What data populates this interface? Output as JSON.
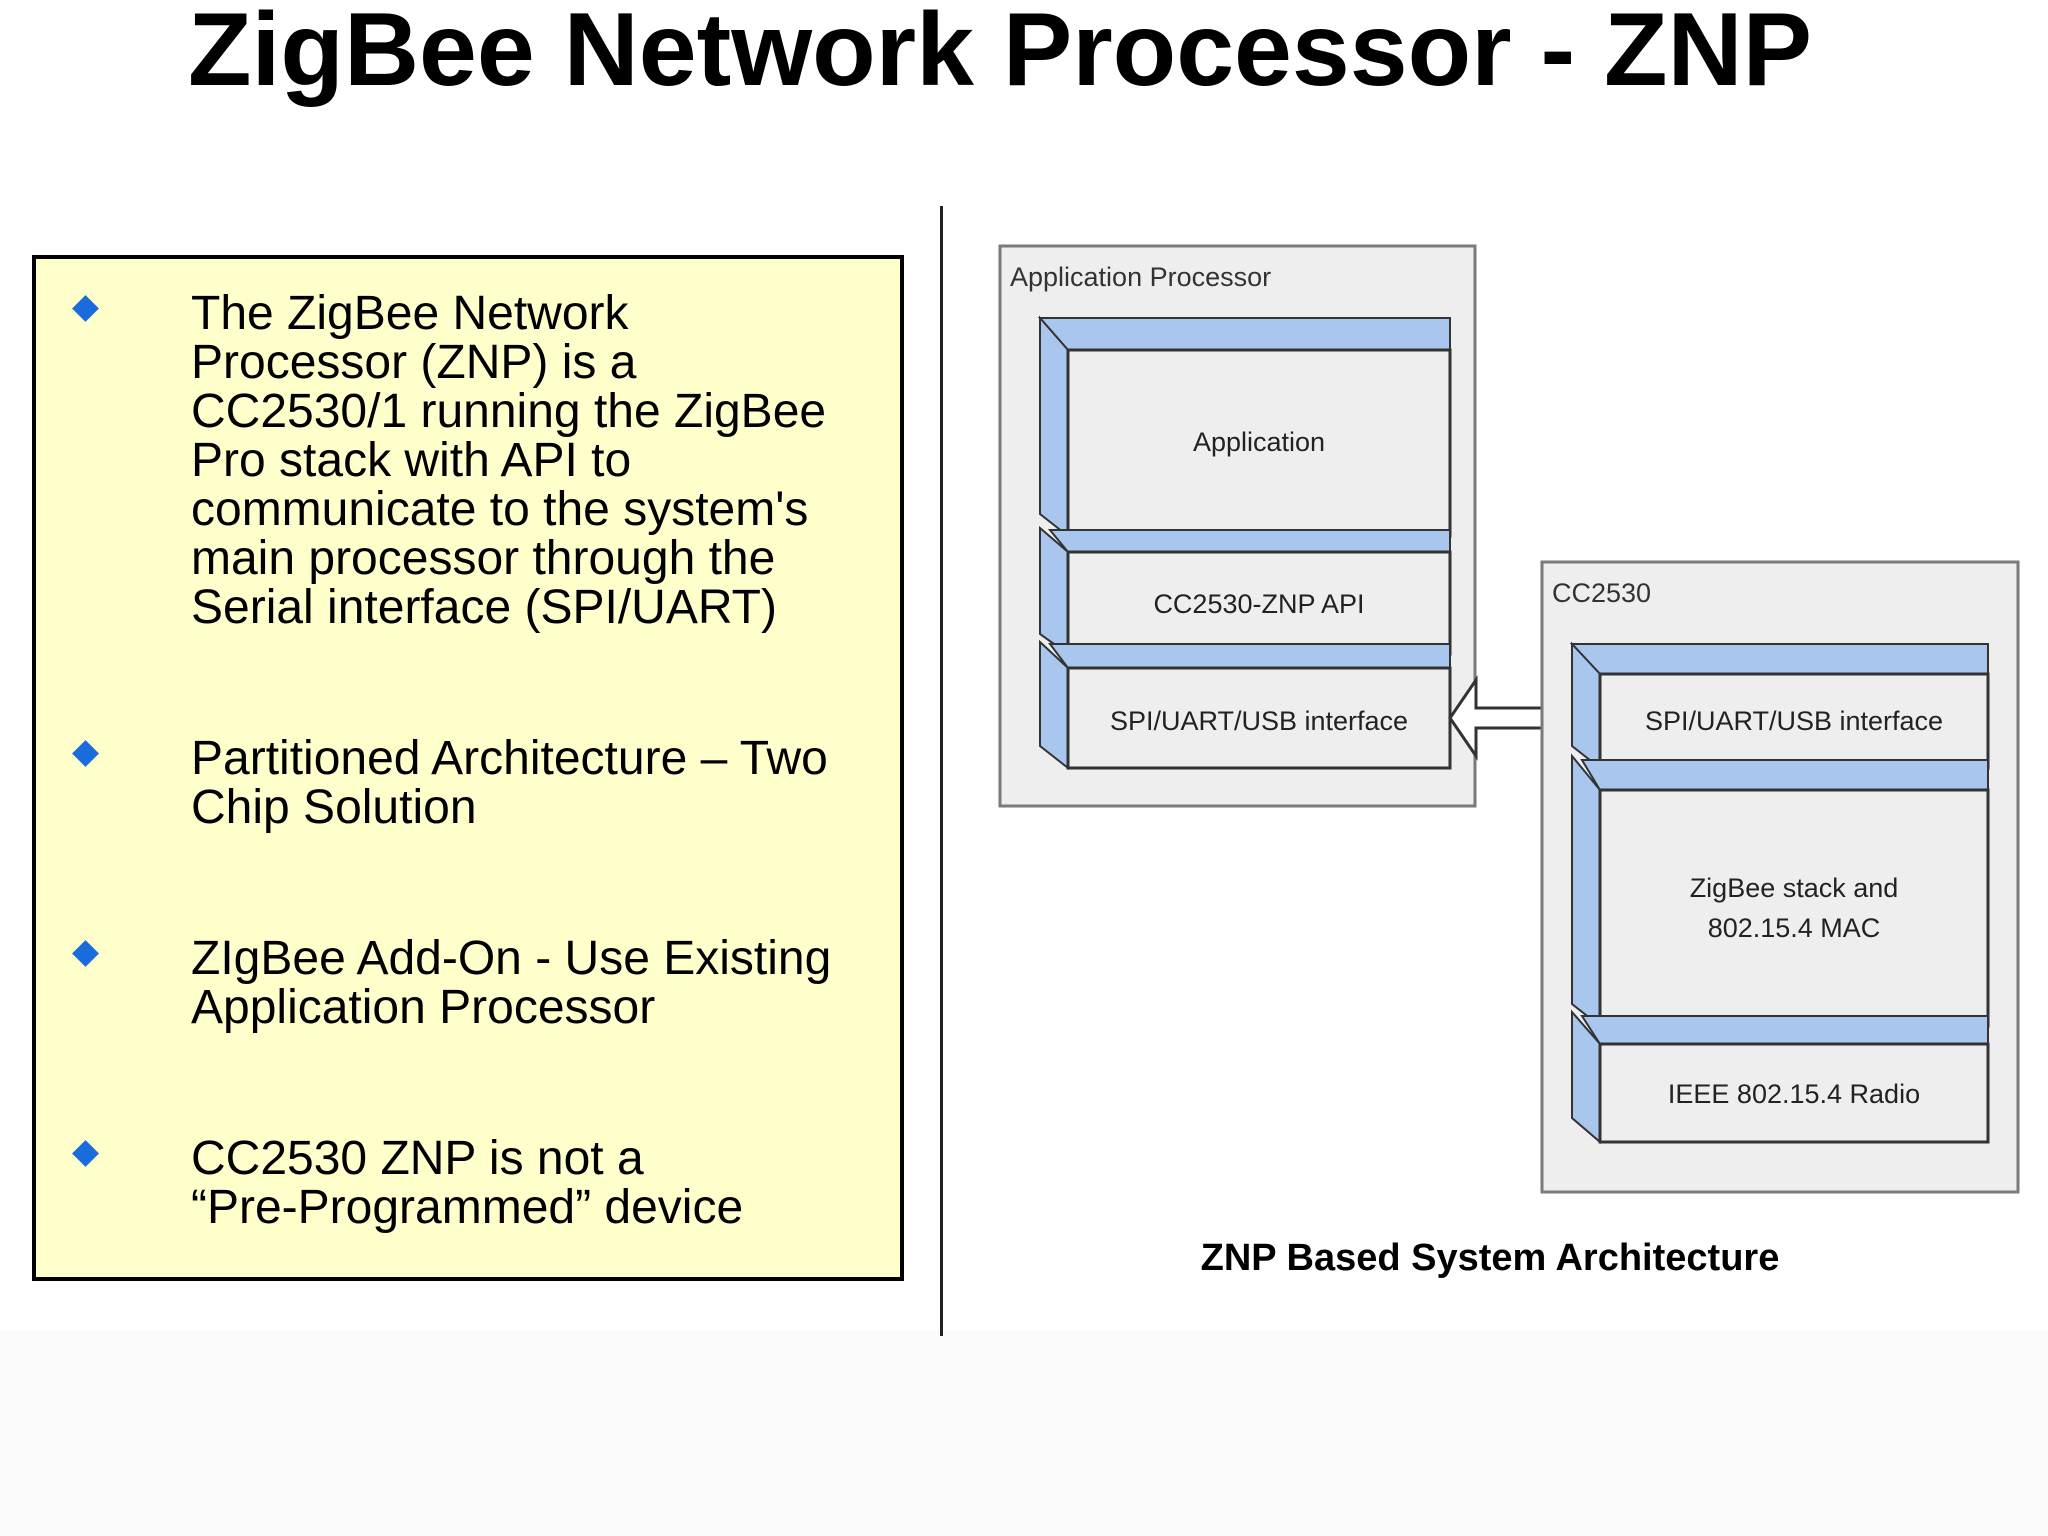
{
  "slide": {
    "title": "ZigBee Network Processor - ZNP",
    "bullets": [
      {
        "lines": [
          "The ZigBee Network",
          "Processor (ZNP) is a",
          "CC2530/1 running the ZigBee",
          "Pro stack with API to",
          "communicate to the system's",
          "main processor through the",
          "Serial interface (SPI/UART)"
        ]
      },
      {
        "lines": [
          "Partitioned Architecture – Two",
          "Chip Solution"
        ]
      },
      {
        "lines": [
          "ZIgBee Add-On - Use Existing",
          "Application Processor"
        ]
      },
      {
        "lines": [
          "CC2530 ZNP is not a",
          "“Pre-Programmed” device"
        ]
      }
    ],
    "diagram_caption": "ZNP Based System Architecture"
  },
  "diagram": {
    "app_processor": {
      "label": "Application Processor",
      "layers": {
        "application": "Application",
        "api": "CC2530-ZNP API",
        "interface": "SPI/UART/USB interface"
      }
    },
    "cc2530": {
      "label": "CC2530",
      "layers": {
        "interface": "SPI/UART/USB interface",
        "stack_line1": "ZigBee stack and",
        "stack_line2": "802.15.4 MAC",
        "radio": "IEEE 802.15.4 Radio"
      }
    }
  },
  "colors": {
    "bullet_box_bg": "#ffffcc",
    "bullet_diamond": "#1a6bdc",
    "layer_bevel": "#a9c6ee",
    "container_bg": "#eeeeee"
  }
}
